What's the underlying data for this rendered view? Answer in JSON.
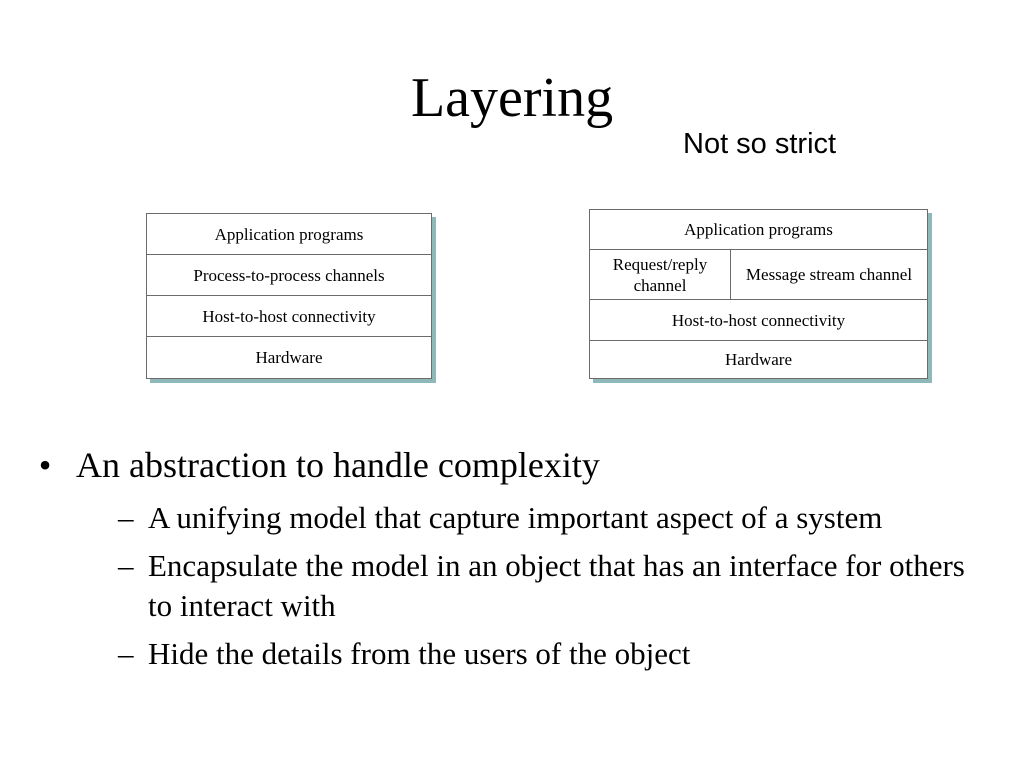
{
  "slide": {
    "title": "Layering",
    "annotation": "Not so strict"
  },
  "diagram_strict": {
    "layers": [
      "Application programs",
      "Process-to-process channels",
      "Host-to-host connectivity",
      "Hardware"
    ]
  },
  "diagram_relaxed": {
    "top": "Application programs",
    "left_channel": "Request/reply channel",
    "right_channel": "Message stream channel",
    "middle": "Host-to-host connectivity",
    "bottom": "Hardware"
  },
  "bullets": {
    "main": {
      "marker": "•",
      "text": "An abstraction to handle complexity"
    },
    "subs": [
      {
        "marker": "–",
        "text": "A unifying model that capture important aspect of a system"
      },
      {
        "marker": "–",
        "text": "Encapsulate the model in an object that has an interface for others to interact with"
      },
      {
        "marker": "–",
        "text": "Hide the details from the users of the object"
      }
    ]
  },
  "colors": {
    "frame_border": "#6b6b6b",
    "frame_shadow": "#8fb8b8"
  }
}
